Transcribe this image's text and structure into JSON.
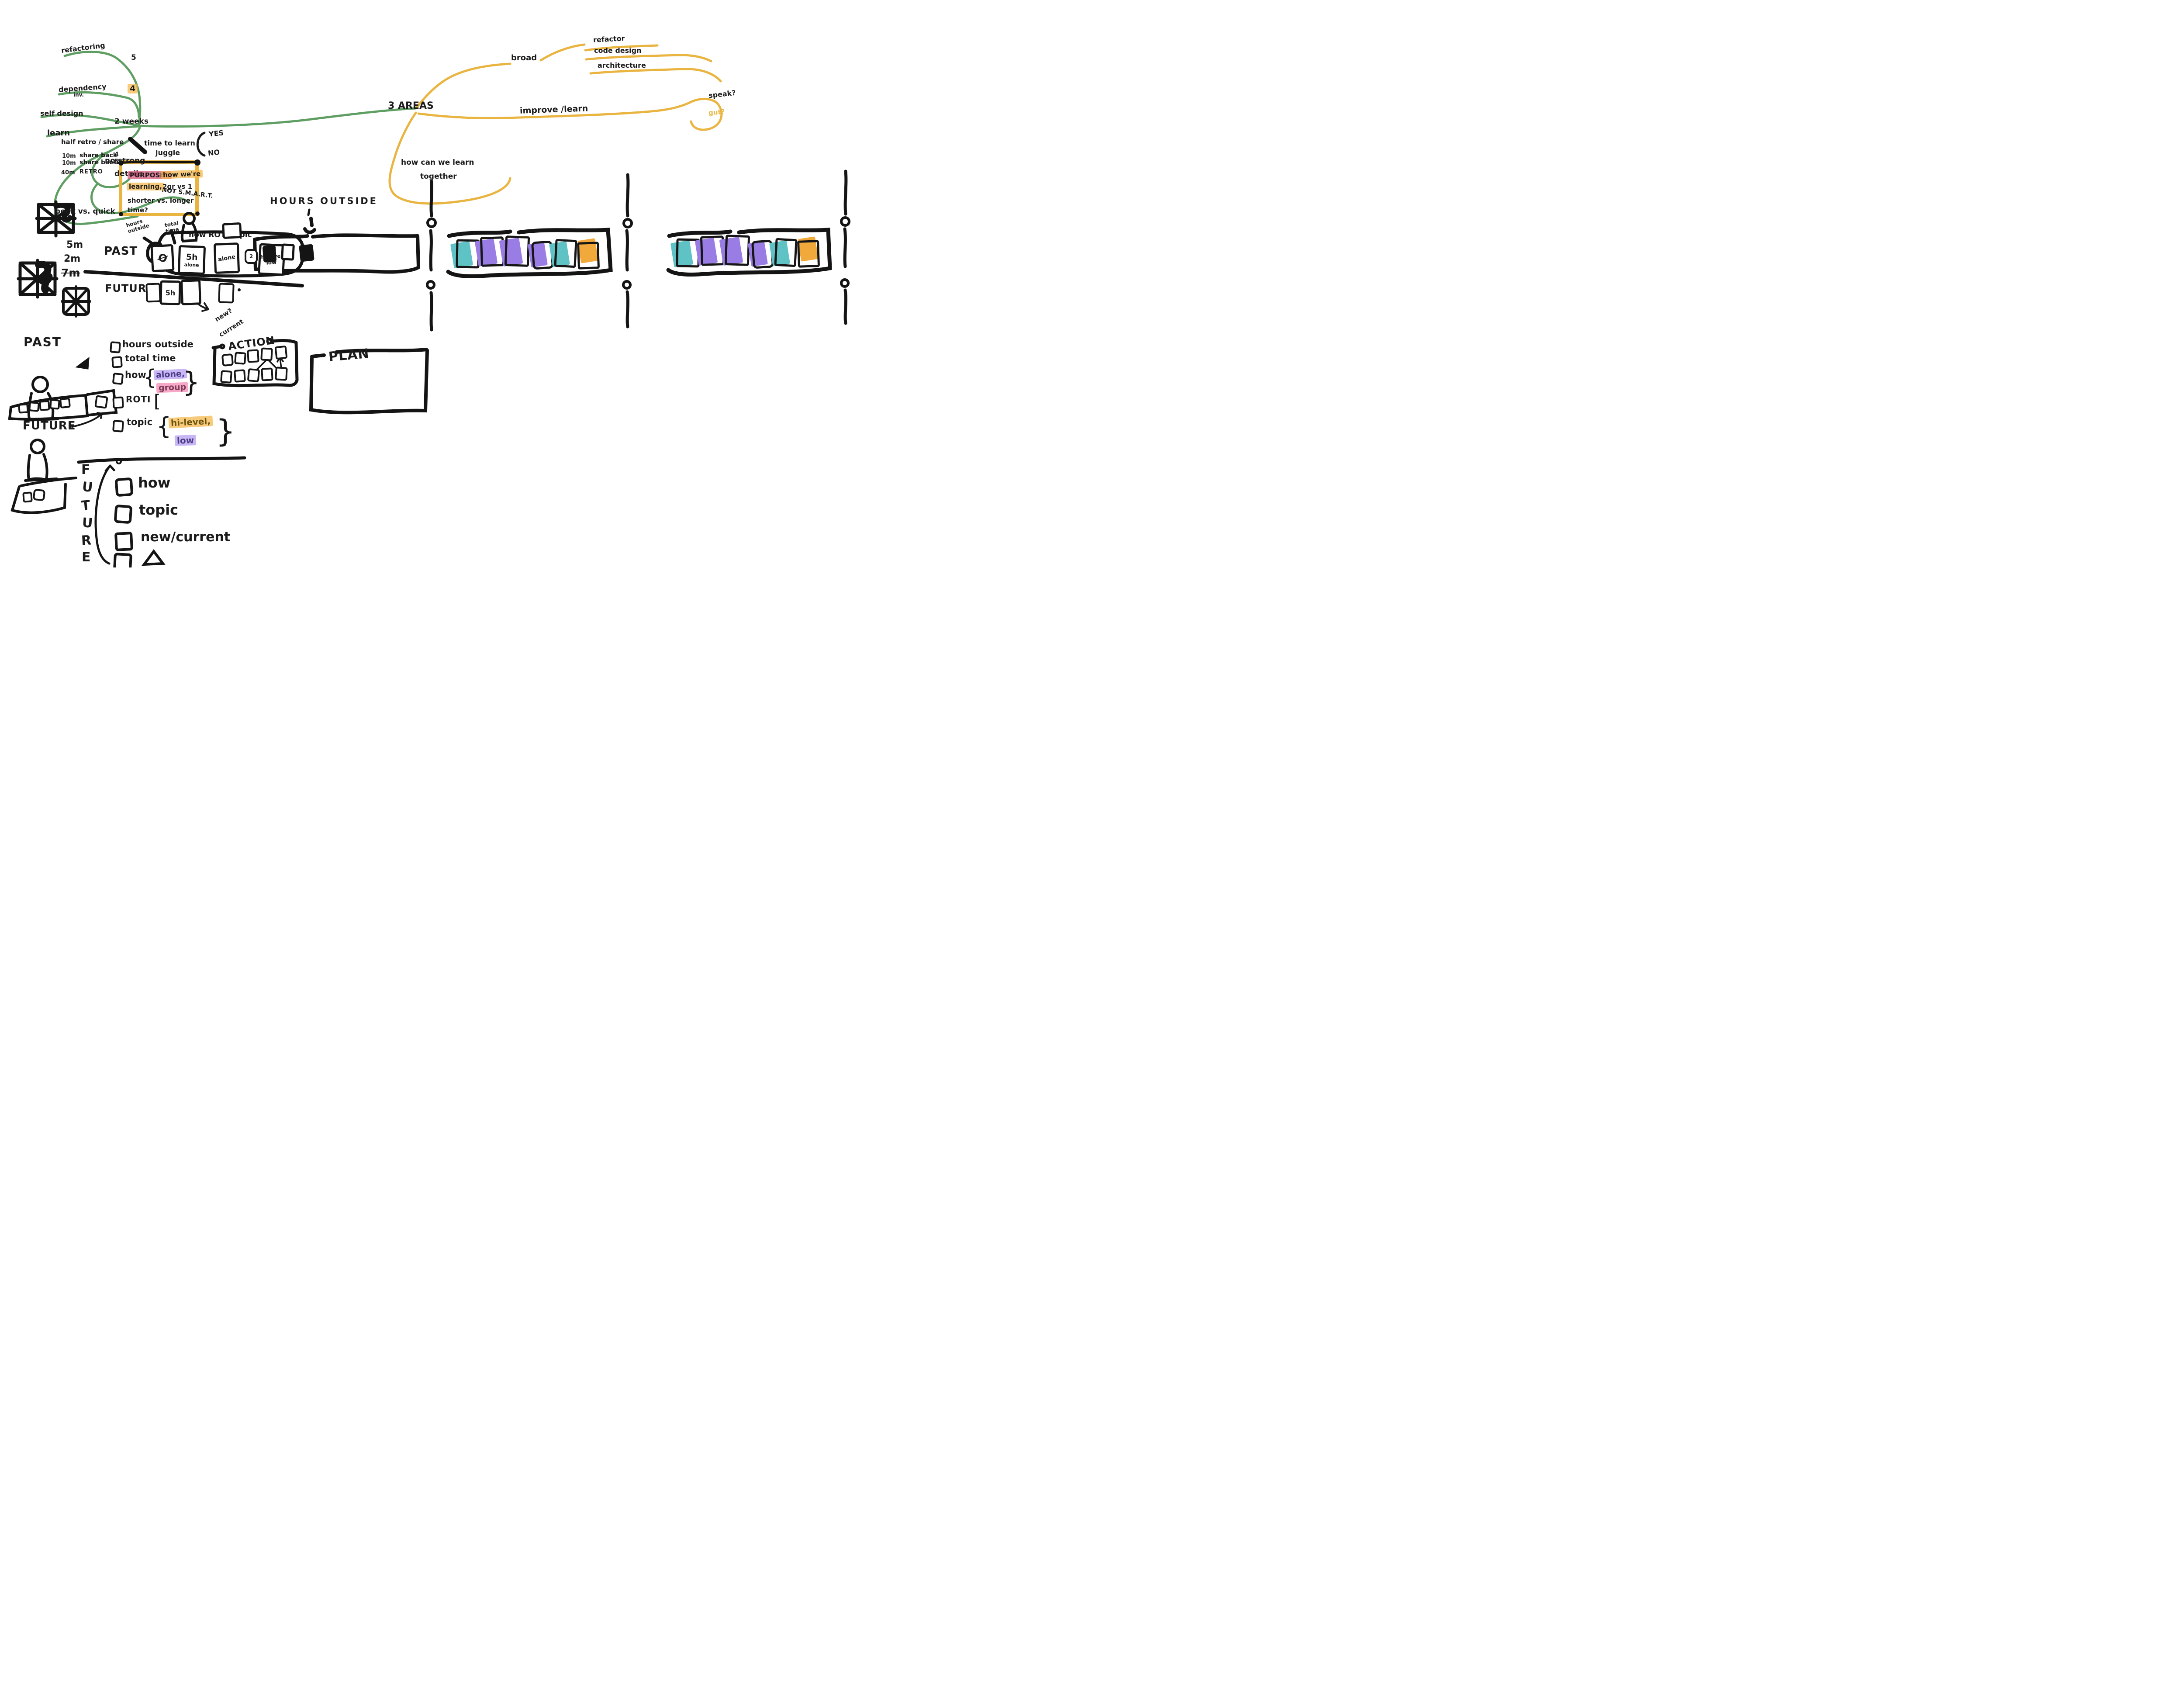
{
  "app": {
    "type": "whiteboard-sketch"
  },
  "colors": {
    "ink": "#1b1b1b",
    "mindmap_green": "#5f9e62",
    "mindmap_yellow": "#e9b43f",
    "sticky_teal": "#5fc2c5",
    "sticky_purple": "#9a7de4",
    "sticky_orange": "#f2a93b",
    "highlight_orange": "#f6ba50",
    "highlight_pink": "#f26ea0",
    "highlight_purple": "#946eeb",
    "highlight_rose": "#d85a7d"
  },
  "mindmap": {
    "refactoring": "refactoring",
    "score5": "5",
    "dependency": "dependency",
    "inv": "inv.",
    "score4": "4",
    "self_design": "self design",
    "learn": "learn",
    "two_weeks": "2 weeks",
    "no_strong": "no strong",
    "details": "details",
    "not_smart": "NOT S.M.A.R.T.",
    "book_vs_quick": "book vs. quick",
    "three_areas": "3 AREAS",
    "broad": "broad",
    "refactor": "refactor",
    "code_design": "code design",
    "architecture": "architecture",
    "improve_learn": "improve /learn",
    "speak": "speak?",
    "gut": "gut?",
    "how_can_we_learn": "how can we learn",
    "together": "together"
  },
  "schedule": {
    "title": "half retro / share",
    "rows": [
      {
        "dur": "10m",
        "what": "share back",
        "n": "4"
      },
      {
        "dur": "10m",
        "what": "share back",
        "n": "5"
      },
      {
        "dur": "40m",
        "what": "RETRO",
        "n": ""
      }
    ]
  },
  "juggle": {
    "line1": "time to learn",
    "line2": "juggle",
    "yes": "YES",
    "no": "NO"
  },
  "purpose": {
    "heading": "PURPOSE :",
    "hl1": "how we're",
    "hl2": "learning,",
    "rest1": "2gr vs 1",
    "line2": "shorter vs. longer",
    "line3": "time?"
  },
  "durations": {
    "d1": "5m",
    "d2": "2m",
    "d3": "7m"
  },
  "past_row": {
    "label": "PAST",
    "lbl_hours_1": "hours",
    "lbl_hours_2": "outside",
    "lbl_total_1": "total",
    "lbl_total_2": "time",
    "lbl_how": "how ROTI topic",
    "s1": "Ø",
    "s2a": "5h",
    "s2b": "alone",
    "s3": "alone",
    "chip": "2",
    "s4a": "hi/level",
    "s4b": "low"
  },
  "future_row": {
    "label": "FUTURE",
    "s2": "5h",
    "new": "new?",
    "current": "current"
  },
  "hours_outside": {
    "title": "HOURS OUTSIDE"
  },
  "checklist": {
    "i1": "hours outside",
    "i2": "total time",
    "i3": "how",
    "i3a": "alone,",
    "i3b": "group",
    "i4": "ROTI",
    "i4b": "[",
    "i5": "topic",
    "i5a": "hi-level,",
    "i5b": "low",
    "brace_open": "{",
    "brace_close": "}"
  },
  "action": {
    "title": "ACTION"
  },
  "plan": {
    "title": "PLAN"
  },
  "scenes": {
    "past": "PAST",
    "future": "FUTURE"
  },
  "bottom": {
    "vertical": [
      "F",
      "U",
      "T",
      "U",
      "R",
      "E"
    ],
    "i1": "how",
    "i2": "topic",
    "i3": "new/current"
  }
}
